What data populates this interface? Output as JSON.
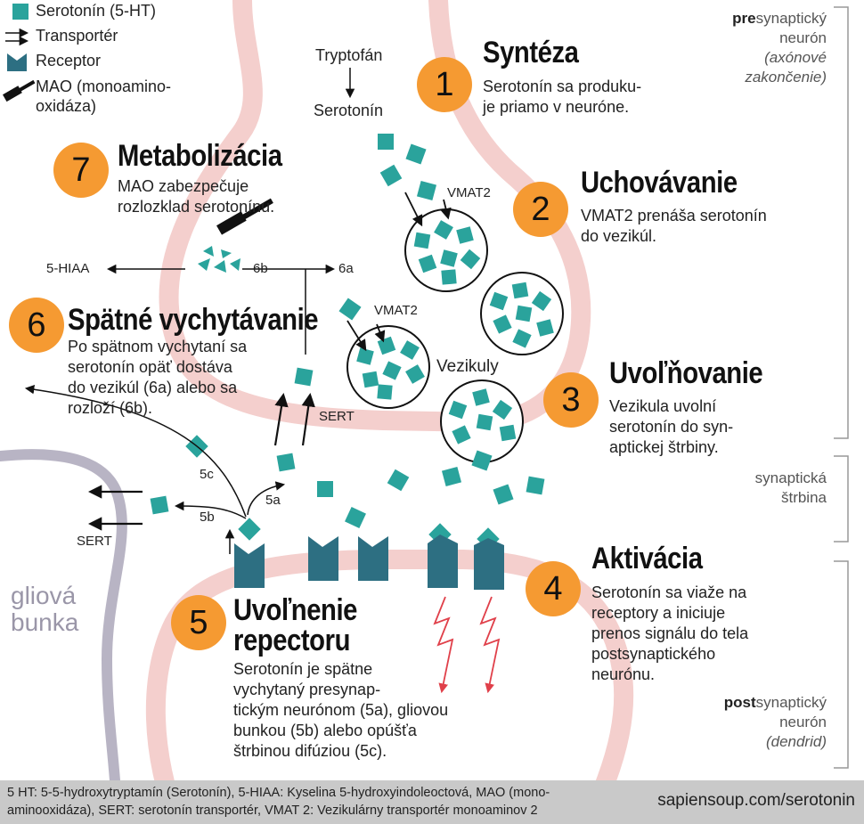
{
  "legend": {
    "serotonin": "Serotonín (5-HT)",
    "transporter": "Transportér",
    "receptor": "Receptor",
    "mao": "MAO (monoamino-\noxidáza)"
  },
  "synthesis_path": {
    "precursor": "Tryptofán",
    "product": "Serotonín"
  },
  "steps": [
    {
      "number": "1",
      "title": "Syntéza",
      "desc": "Serotonín sa produku-\nje priamo v neuróne."
    },
    {
      "number": "2",
      "title": "Uchovávanie",
      "desc": "VMAT2 prenáša serotonín\ndo vezikúl."
    },
    {
      "number": "3",
      "title": "Uvoľňovanie",
      "desc": "Vezikula uvolní\nserotonín do syn-\naptickej štrbiny."
    },
    {
      "number": "4",
      "title": "Aktivácia",
      "desc": "Serotonín sa viaže na\nreceptory a iniciuje\nprenos signálu do tela\npostsynaptického\nneurónu."
    },
    {
      "number": "5",
      "title": "Uvoľnenie\nrepectoru",
      "desc": "Serotonín je spätne\nvychytaný presynap-\ntickým neurónom (5a), gliovou\nbunkou (5b) alebo opúšťa\nštrbinou difúziou (5c)."
    },
    {
      "number": "6",
      "title": "Spätné vychytávanie",
      "desc": "Po spätnom vychytaní sa\nserotonín opäť dostáva\ndo vezikúl (6a) alebo sa\nrozloží (6b)."
    },
    {
      "number": "7",
      "title": "Metabolizácia",
      "desc": "MAO zabezpečuje\nrozlozklad serotonínu."
    }
  ],
  "labels": {
    "vmat2_a": "VMAT2",
    "vmat2_b": "VMAT2",
    "vesicles": "Vezikuly",
    "hiaa": "5-HIAA",
    "l6a": "6a",
    "l6b": "6b",
    "l5a": "5a",
    "l5b": "5b",
    "l5c": "5c",
    "sert_a": "SERT",
    "sert_b": "SERT",
    "glial_cell": "gliová\nbunka"
  },
  "side_labels": {
    "pre_bold": "pre",
    "pre_rest": "synaptický\nneurón",
    "pre_note": "(axónové\nzakončenie)",
    "cleft": "synaptická\nštrbina",
    "post_bold": "post",
    "post_rest": "synaptický\nneurón",
    "post_note": "(dendrid)"
  },
  "footer": {
    "text": "5 HT: 5-5-hydroxytryptamín (Serotonín), 5-HIAA: Kyselina 5-hydroxyindoleoctová, MAO (mono-\naminooxidáza), SERT: serotonín transportér, VMAT 2: Vezikulárny transportér monoaminov 2",
    "url": "sapiensoup.com/serotonin"
  },
  "colors": {
    "serotonin": "#2aa39c",
    "receptor": "#2d6f82",
    "badge": "#f59a32",
    "membrane": "#f4cfcd",
    "glia": "#b8b4c4",
    "signal": "#e0404a"
  }
}
